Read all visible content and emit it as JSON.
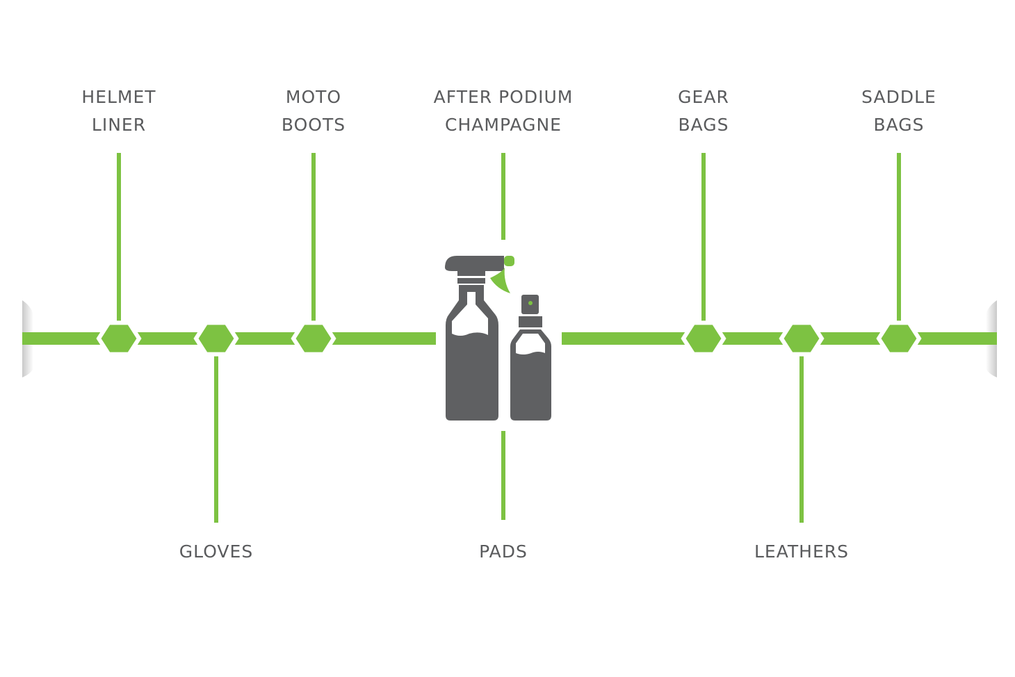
{
  "colors": {
    "accent": "#7dc242",
    "icon": "#5f6062",
    "text": "#5a5b5d"
  },
  "center_icon": "spray-bottles-icon",
  "nodes": [
    {
      "position": "top",
      "line1": "HELMET",
      "line2": "LINER"
    },
    {
      "position": "bottom",
      "line1": "GLOVES"
    },
    {
      "position": "top",
      "line1": "MOTO",
      "line2": "BOOTS"
    },
    {
      "position": "top",
      "line1": "AFTER PODIUM",
      "line2": "CHAMPAGNE"
    },
    {
      "position": "bottom",
      "line1": "PADS"
    },
    {
      "position": "top",
      "line1": "GEAR",
      "line2": "BAGS"
    },
    {
      "position": "bottom",
      "line1": "LEATHERS"
    },
    {
      "position": "top",
      "line1": "SADDLE",
      "line2": "BAGS"
    }
  ]
}
